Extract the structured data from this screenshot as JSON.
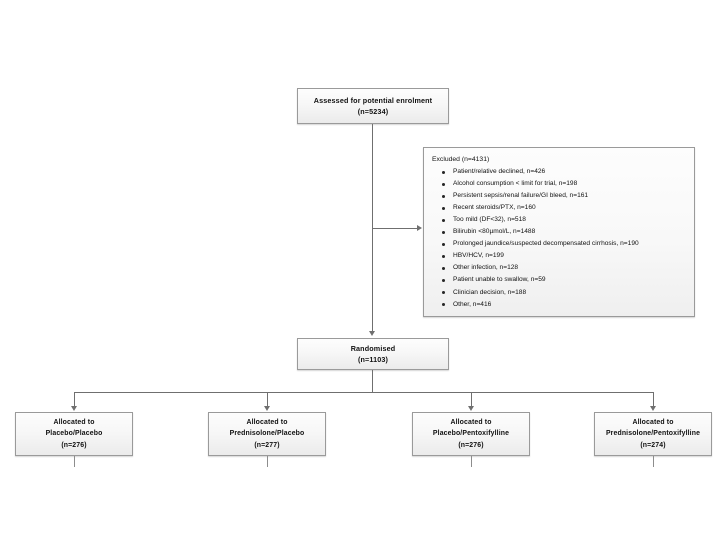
{
  "diagram": {
    "title": "CONSORT participant flow diagram",
    "type": "flowchart",
    "accent_color": "#6f6f6f",
    "box_border_color": "#9a9a9a",
    "box_fill_top": "#fdfdfd",
    "box_fill_bottom": "#ebebeb",
    "text_color": "#111111"
  },
  "assessed": {
    "label": "Assessed for potential enrolment",
    "count": "(n=5234)"
  },
  "excluded": {
    "heading": "Excluded (n=4131)",
    "reasons": [
      "Patient/relative declined, n=426",
      "Alcohol consumption < limit for trial, n=198",
      "Persistent sepsis/renal failure/GI bleed, n=161",
      "Recent steroids/PTX, n=160",
      "Too mild (DF<32), n=518",
      "Bilirubin <80µmol/L, n=1488",
      "Prolonged jaundice/suspected decompensated cirrhosis, n=190",
      "HBV/HCV, n=199",
      "Other infection, n=128",
      "Patient unable to swallow, n=59",
      "Clinician decision, n=188",
      "Other, n=416"
    ]
  },
  "randomised": {
    "label": "Randomised",
    "count": "(n=1103)"
  },
  "allocations": [
    {
      "label": "Allocated to",
      "arm": "Placebo/Placebo",
      "count": "(n=276)"
    },
    {
      "label": "Allocated to",
      "arm": "Prednisolone/Placebo",
      "count": "(n=277)"
    },
    {
      "label": "Allocated to",
      "arm": "Placebo/Pentoxifylline",
      "count": "(n=276)"
    },
    {
      "label": "Allocated to",
      "arm": "Prednisolone/Pentoxifylline",
      "count": "(n=274)"
    }
  ]
}
